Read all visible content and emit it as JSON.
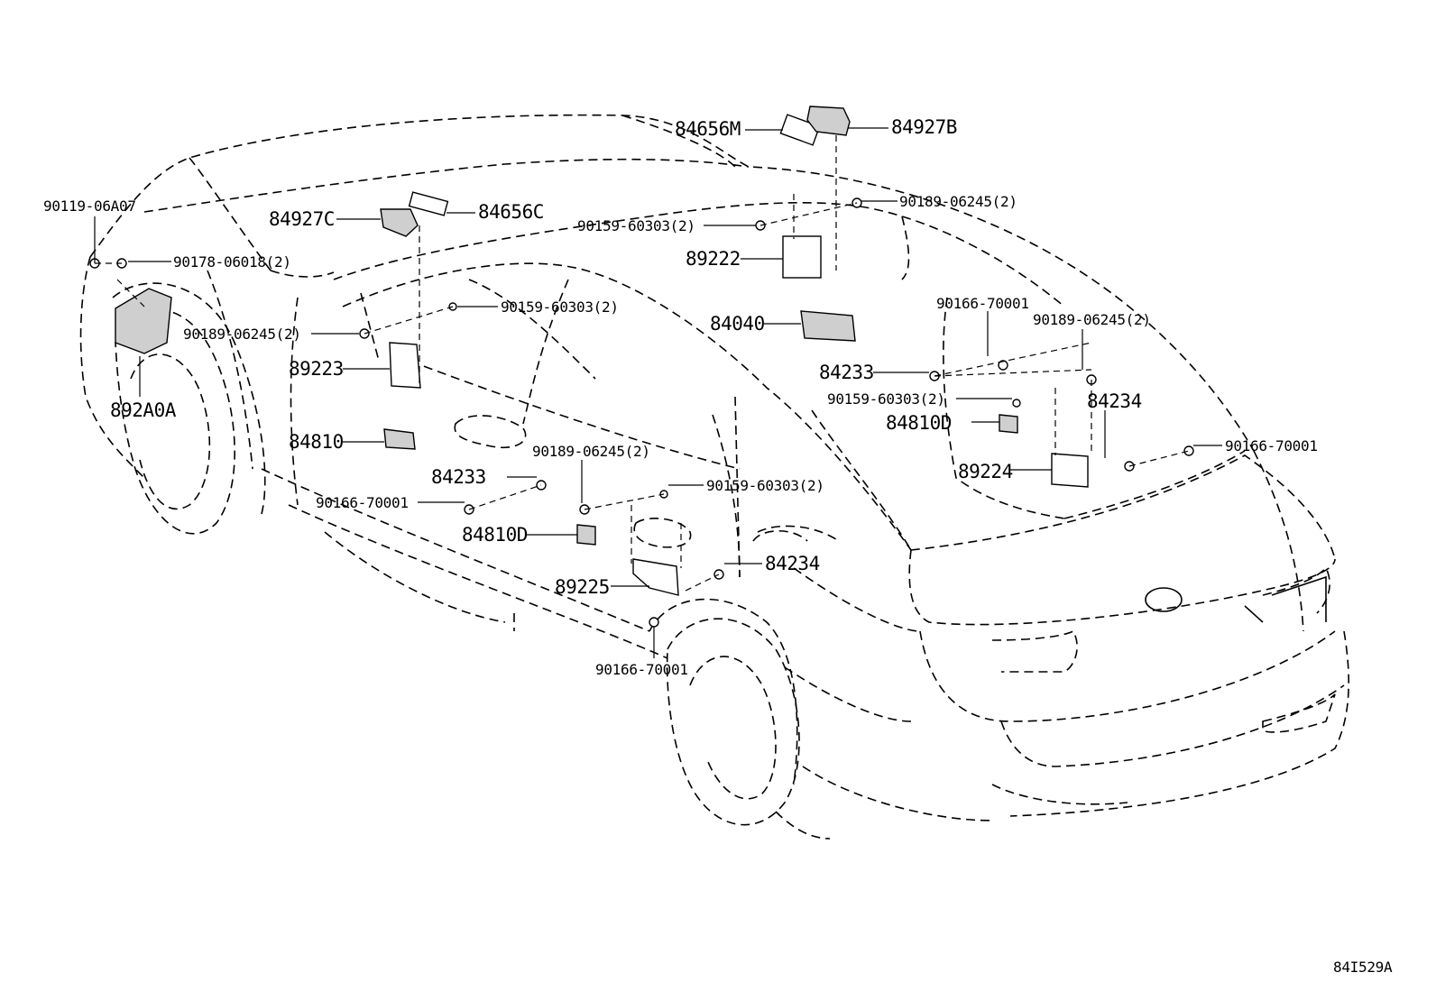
{
  "diagram_id": "84I529A",
  "callouts": {
    "c84656M": "84656M",
    "c84927B": "84927B",
    "c90119_06A07": "90119-06A07",
    "c84927C": "84927C",
    "c84656C": "84656C",
    "c90189_06245_top": "90189-06245(2)",
    "c90159_60303_top": "90159-60303(2)",
    "c89222": "89222",
    "c90178_06018": "90178-06018(2)",
    "c90159_60303_mid": "90159-60303(2)",
    "c90189_06245_left": "90189-06245(2)",
    "c84040": "84040",
    "c90166_70001_right_top": "90166-70001",
    "c90189_06245_right": "90189-06245(2)",
    "c89223": "89223",
    "c84233_right": "84233",
    "c90159_60303_right": "90159-60303(2)",
    "c84234_right": "84234",
    "c892A0A": "892A0A",
    "c84810D_right": "84810D",
    "c84810": "84810",
    "c90166_70001_far_right": "90166-70001",
    "c90189_06245_center": "90189-06245(2)",
    "c89224": "89224",
    "c84233_left": "84233",
    "c90159_60303_center": "90159-60303(2)",
    "c90166_70001_left": "90166-70001",
    "c84810D_left": "84810D",
    "c84234_center": "84234",
    "c89225": "89225",
    "c90166_70001_bottom": "90166-70001"
  }
}
